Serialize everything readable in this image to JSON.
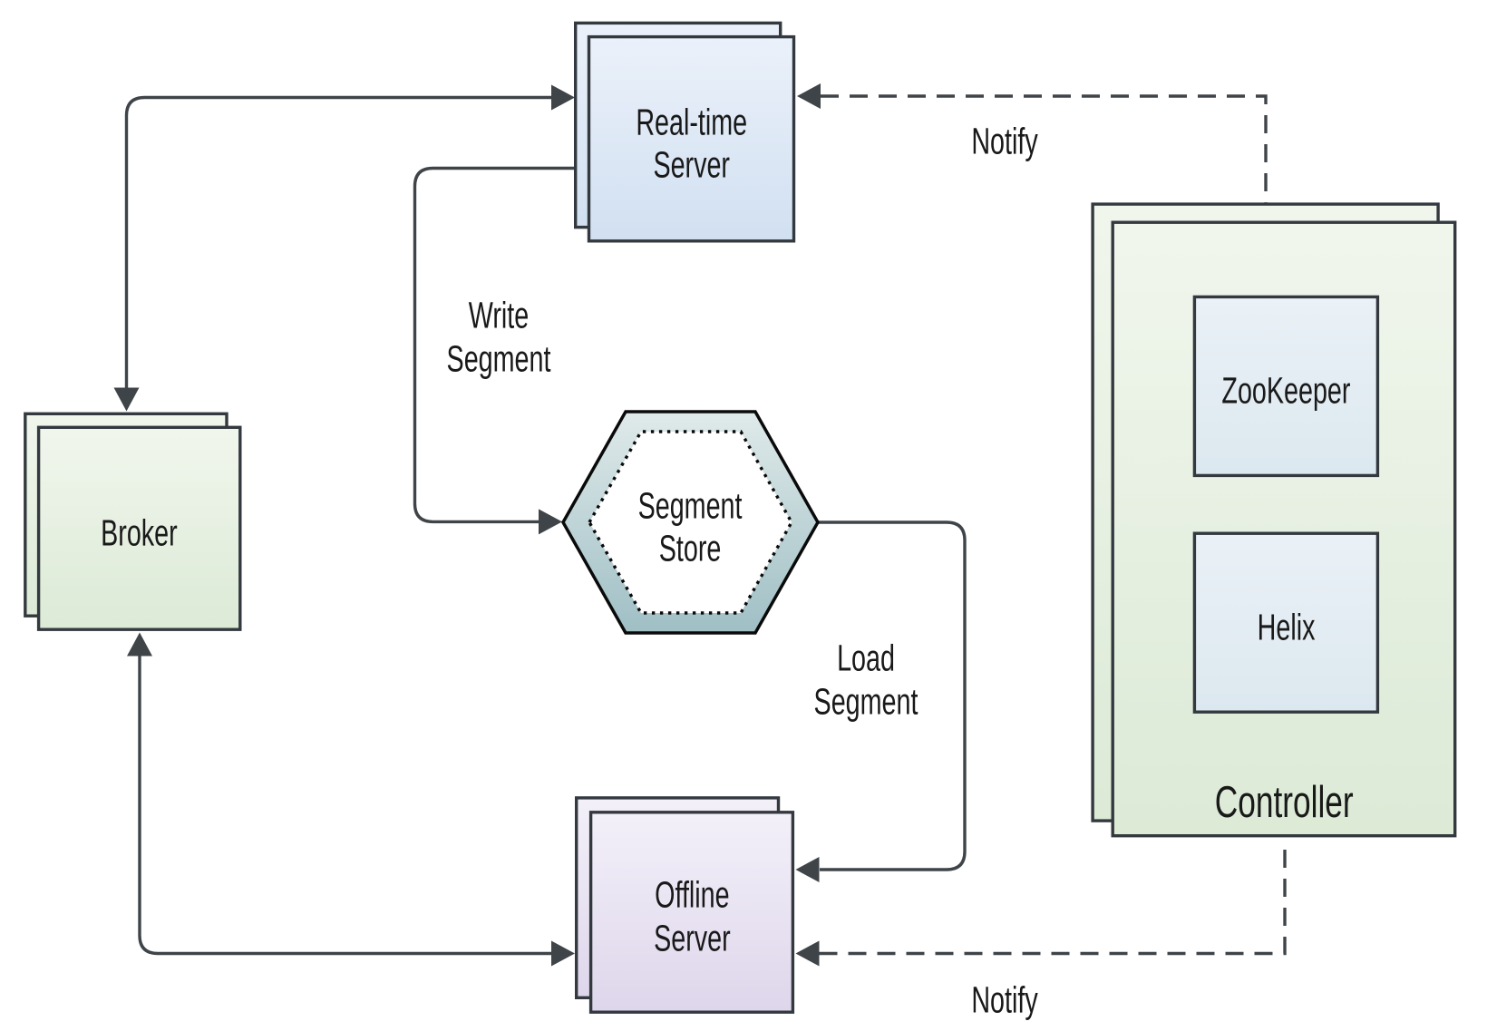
{
  "diagram": {
    "type": "architecture-diagram",
    "nodes": {
      "realtime_server": {
        "label": "Real-time\nServer",
        "shape": "stacked-rectangle",
        "palette": "blue"
      },
      "broker": {
        "label": "Broker",
        "shape": "stacked-rectangle",
        "palette": "green"
      },
      "offline_server": {
        "label": "Offline\nServer",
        "shape": "stacked-rectangle",
        "palette": "purple"
      },
      "segment_store": {
        "label": "Segment\nStore",
        "shape": "hexagon",
        "palette": "teal"
      },
      "controller": {
        "label": "Controller",
        "shape": "stacked-rectangle",
        "palette": "green"
      },
      "zookeeper": {
        "label": "ZooKeeper",
        "shape": "rectangle",
        "palette": "inner_blue"
      },
      "helix": {
        "label": "Helix",
        "shape": "rectangle",
        "palette": "inner_blue"
      }
    },
    "edges": {
      "broker_realtime": {
        "label": "",
        "style": "solid",
        "arrows": "both",
        "from": "broker",
        "to": "realtime_server"
      },
      "write_segment": {
        "label": "Write\nSegment",
        "style": "solid",
        "arrows": "end",
        "from": "realtime_server",
        "to": "segment_store"
      },
      "load_segment": {
        "label": "Load\nSegment",
        "style": "solid",
        "arrows": "end",
        "from": "segment_store",
        "to": "offline_server"
      },
      "broker_offline": {
        "label": "",
        "style": "solid",
        "arrows": "both",
        "from": "broker",
        "to": "offline_server"
      },
      "notify_top": {
        "label": "Notify",
        "style": "dashed",
        "arrows": "end",
        "from": "controller",
        "to": "realtime_server"
      },
      "notify_bottom": {
        "label": "Notify",
        "style": "dashed",
        "arrows": "end",
        "from": "controller",
        "to": "offline_server"
      }
    },
    "colors": {
      "background": "#ffffff",
      "text": "#191919",
      "node_border": "#33393e",
      "hexagon_border": "#0a0a0a",
      "connector": "#3f4449",
      "blue_top": "#ebf1fa",
      "blue_bottom": "#d1e0f1",
      "green_top": "#f1f6ed",
      "green_bottom": "#dcead6",
      "purple_top": "#f3f0f9",
      "purple_bottom": "#ded6eb",
      "teal_top": "#e0eaea",
      "teal_bottom": "#9fbfc5",
      "inner_blue_top": "#eaf1f7",
      "inner_blue_bottom": "#dce8ef",
      "inner_hexagon_fill": "#ffffff"
    }
  }
}
